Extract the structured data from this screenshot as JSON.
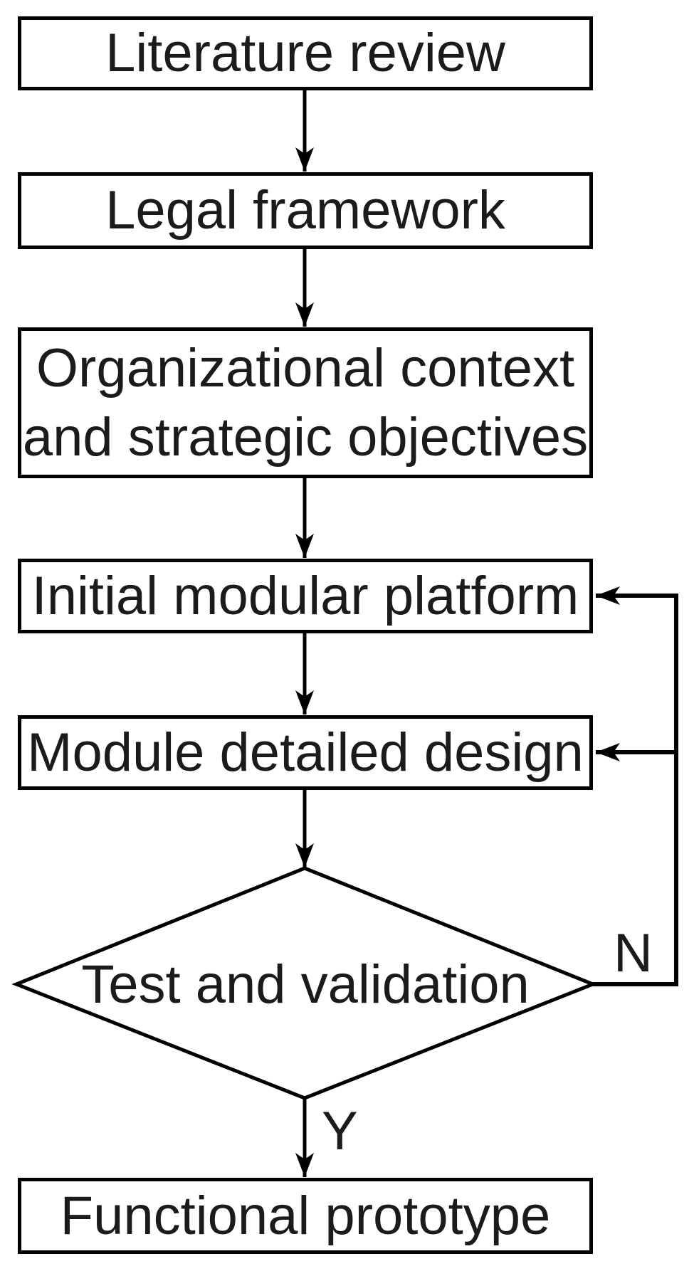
{
  "diagram": {
    "type": "flowchart",
    "orientation": "top-down",
    "colors": {
      "background": "#ffffff",
      "stroke": "#000000",
      "node_fill": "#ffffff",
      "text": "#1b1b1b"
    },
    "nodes": {
      "literature_review": {
        "shape": "rect",
        "label": "Literature review"
      },
      "legal_framework": {
        "shape": "rect",
        "label": "Legal framework"
      },
      "org_context": {
        "shape": "rect",
        "label": "Organizational context and strategic objectives",
        "lines": [
          "Organizational context",
          "and strategic objectives"
        ]
      },
      "initial_platform": {
        "shape": "rect",
        "label": "Initial modular platform"
      },
      "module_design": {
        "shape": "rect",
        "label": "Module detailed design"
      },
      "test_validation": {
        "shape": "diamond",
        "label": "Test and validation"
      },
      "functional_prototype": {
        "shape": "rect",
        "label": "Functional prototype"
      }
    },
    "edge_labels": {
      "no": "N",
      "yes": "Y"
    },
    "edges": [
      {
        "from": "literature_review",
        "to": "legal_framework",
        "label": ""
      },
      {
        "from": "legal_framework",
        "to": "org_context",
        "label": ""
      },
      {
        "from": "org_context",
        "to": "initial_platform",
        "label": ""
      },
      {
        "from": "initial_platform",
        "to": "module_design",
        "label": ""
      },
      {
        "from": "module_design",
        "to": "test_validation",
        "label": ""
      },
      {
        "from": "test_validation",
        "to": "functional_prototype",
        "label": "Y"
      },
      {
        "from": "test_validation",
        "to": "initial_platform",
        "label": "N"
      },
      {
        "from": "test_validation",
        "to": "module_design",
        "label": "N"
      }
    ]
  }
}
